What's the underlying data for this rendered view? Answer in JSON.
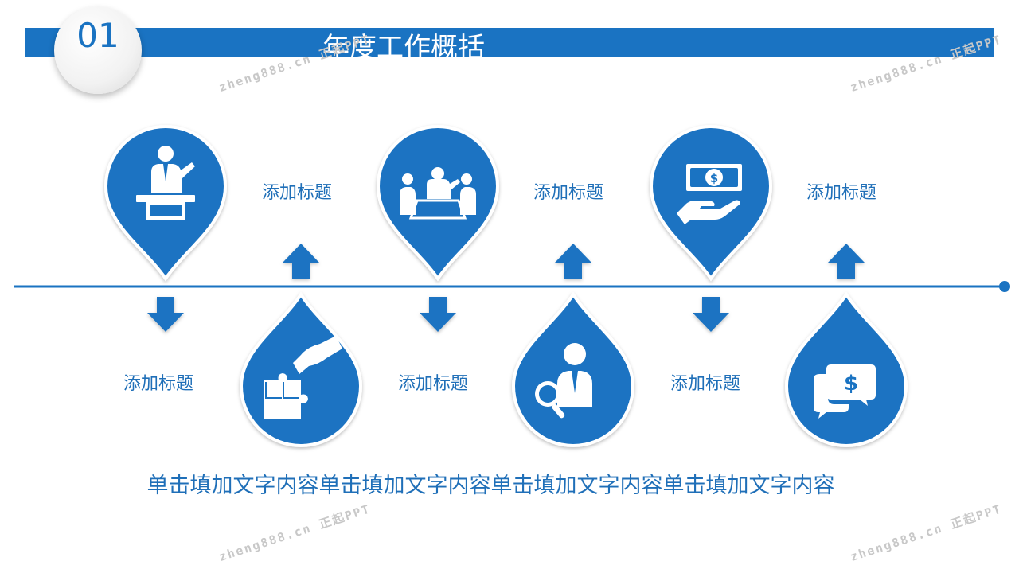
{
  "header": {
    "number": "01",
    "title": "年度工作概括"
  },
  "watermarks": [
    "zheng888.cn 正起PPT",
    "zheng888.cn 正起PPT",
    "zheng888.cn 正起PPT",
    "zheng888.cn 正起PPT"
  ],
  "timeline": {
    "items": [
      {
        "label": "添加标题",
        "icon": "speaker-podium-icon"
      },
      {
        "label": "添加标题",
        "icon": "puzzle-hand-icon"
      },
      {
        "label": "添加标题",
        "icon": "meeting-table-icon"
      },
      {
        "label": "添加标题",
        "icon": "person-search-icon"
      },
      {
        "label": "添加标题",
        "icon": "money-hand-icon"
      },
      {
        "label": "添加标题",
        "icon": "dollar-chat-icon"
      }
    ]
  },
  "footer": {
    "text": "单击填加文字内容单击填加文字内容单击填加文字内容单击填加文字内容"
  },
  "colors": {
    "primary": "#1a73c2",
    "text": "#1f6fb8"
  }
}
